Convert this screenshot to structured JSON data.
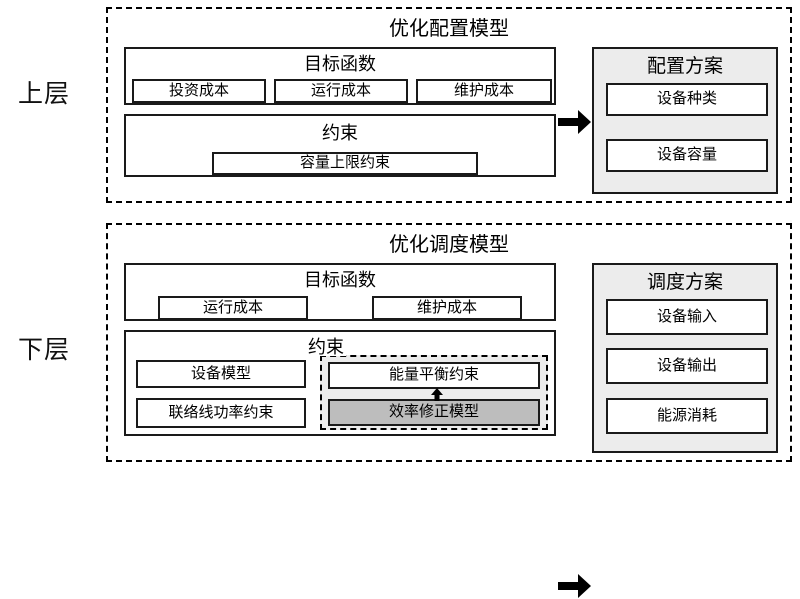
{
  "diagram": {
    "title_upper": "优化配置模型",
    "title_lower": "优化调度模型",
    "layer_labels": {
      "upper": "上层",
      "lower": "下层"
    },
    "colors": {
      "scheme_fill": "#ececec",
      "highlight_fill": "#bdbdbd",
      "stroke": "#1a1a1a",
      "background": "#ffffff"
    }
  },
  "upper": {
    "title": "优化配置模型",
    "objective": {
      "title": "目标函数",
      "items": [
        {
          "label": "投资成本"
        },
        {
          "label": "运行成本"
        },
        {
          "label": "维护成本"
        }
      ]
    },
    "constraint": {
      "title": "约束",
      "items": [
        {
          "label": "容量上限约束"
        }
      ]
    },
    "scheme": {
      "title": "配置方案",
      "items": [
        {
          "label": "设备种类"
        },
        {
          "label": "设备容量"
        }
      ]
    },
    "arrow": "right-arrow"
  },
  "lower": {
    "title": "优化调度模型",
    "objective": {
      "title": "目标函数",
      "items": [
        {
          "label": "运行成本"
        },
        {
          "label": "维护成本"
        }
      ]
    },
    "constraint": {
      "title": "约束",
      "items": [
        {
          "label": "设备模型"
        },
        {
          "label": "联络线功率约束"
        }
      ],
      "group": {
        "items": [
          {
            "label": "能量平衡约束",
            "shaded": false
          },
          {
            "label": "效率修正模型",
            "shaded": true
          }
        ],
        "internal_arrow": "up-arrow"
      }
    },
    "scheme": {
      "title": "调度方案",
      "items": [
        {
          "label": "设备输入"
        },
        {
          "label": "设备输出"
        },
        {
          "label": "能源消耗"
        }
      ]
    },
    "arrow": "right-arrow"
  }
}
